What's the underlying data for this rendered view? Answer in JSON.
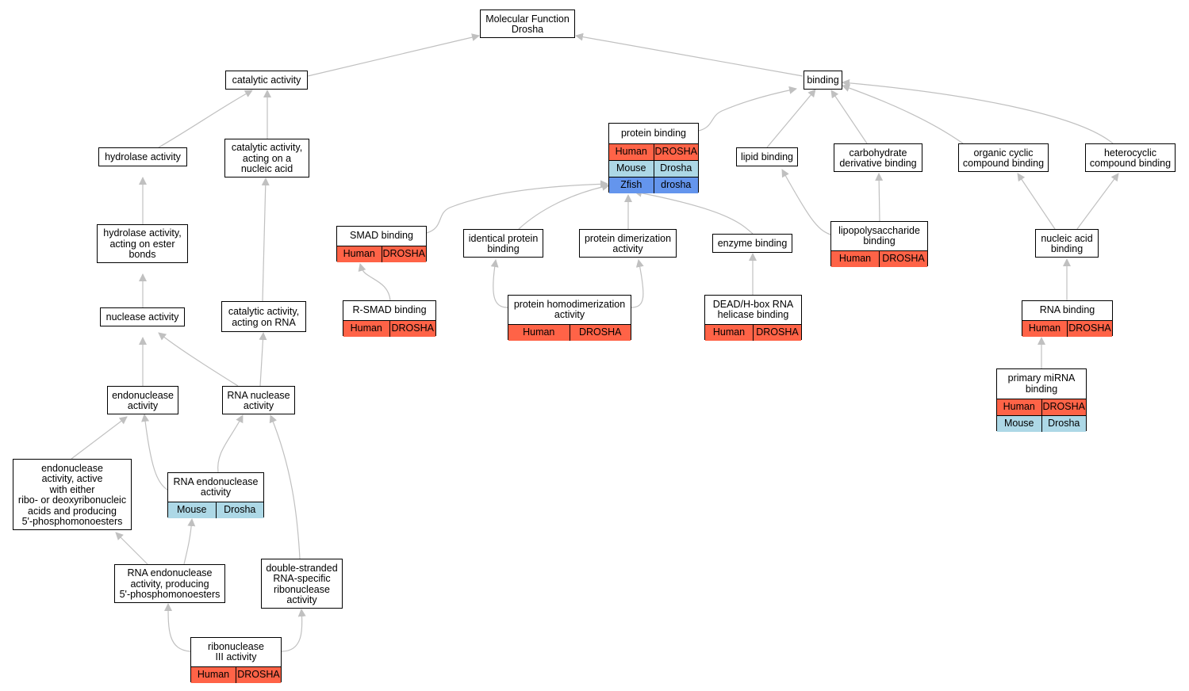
{
  "colors": {
    "human": "#ff6347",
    "mouse": "#add8e6",
    "zfish": "#6495ed",
    "edge": "#c0c0c0"
  },
  "nodes": {
    "root": {
      "label": "Molecular Function\nDrosha",
      "ann": []
    },
    "catalytic": {
      "label": "catalytic activity",
      "ann": []
    },
    "binding": {
      "label": "binding",
      "ann": []
    },
    "hydrolase": {
      "label": "hydrolase activity",
      "ann": []
    },
    "cat_nucleic": {
      "label": "catalytic activity,\nacting on a\nnucleic acid",
      "ann": []
    },
    "hydro_ester": {
      "label": "hydrolase activity,\nacting on ester\nbonds",
      "ann": []
    },
    "nuclease": {
      "label": "nuclease activity",
      "ann": []
    },
    "cat_rna": {
      "label": "catalytic activity,\nacting on RNA",
      "ann": []
    },
    "endonuclease": {
      "label": "endonuclease\nactivity",
      "ann": []
    },
    "rna_nuclease": {
      "label": "RNA nuclease\nactivity",
      "ann": []
    },
    "endo_either": {
      "label": "endonuclease\nactivity, active\nwith either\nribo- or deoxyribonucleic\nacids and producing\n5'-phosphomonoesters",
      "ann": []
    },
    "rna_endo": {
      "label": "RNA endonuclease\nactivity",
      "ann": [
        [
          "Mouse",
          "Drosha"
        ]
      ]
    },
    "rna_endo_5p": {
      "label": "RNA endonuclease\nactivity, producing\n5'-phosphomonoesters",
      "ann": []
    },
    "ds_rna": {
      "label": "double-stranded\nRNA-specific\nribonuclease\nactivity",
      "ann": []
    },
    "rnase3": {
      "label": "ribonuclease\nIII activity",
      "ann": [
        [
          "Human",
          "DROSHA"
        ]
      ]
    },
    "protein_binding": {
      "label": "protein binding",
      "ann": [
        [
          "Human",
          "DROSHA"
        ],
        [
          "Mouse",
          "Drosha"
        ],
        [
          "Zfish",
          "drosha"
        ]
      ]
    },
    "lipid": {
      "label": "lipid binding",
      "ann": []
    },
    "carbo": {
      "label": "carbohydrate\nderivative binding",
      "ann": []
    },
    "org_cyclic": {
      "label": "organic cyclic\ncompound binding",
      "ann": []
    },
    "hetero": {
      "label": "heterocyclic\ncompound binding",
      "ann": []
    },
    "smad": {
      "label": "SMAD binding",
      "ann": [
        [
          "Human",
          "DROSHA"
        ]
      ]
    },
    "identical": {
      "label": "identical protein\nbinding",
      "ann": []
    },
    "dimer": {
      "label": "protein dimerization\nactivity",
      "ann": []
    },
    "enzyme": {
      "label": "enzyme binding",
      "ann": []
    },
    "lps": {
      "label": "lipopolysaccharide\nbinding",
      "ann": [
        [
          "Human",
          "DROSHA"
        ]
      ]
    },
    "nucleic": {
      "label": "nucleic acid\nbinding",
      "ann": []
    },
    "rsmad": {
      "label": "R-SMAD binding",
      "ann": [
        [
          "Human",
          "DROSHA"
        ]
      ]
    },
    "homodimer": {
      "label": "protein homodimerization\nactivity",
      "ann": [
        [
          "Human",
          "DROSHA"
        ]
      ]
    },
    "deadbox": {
      "label": "DEAD/H-box RNA\nhelicase binding",
      "ann": [
        [
          "Human",
          "DROSHA"
        ]
      ]
    },
    "rna_binding": {
      "label": "RNA binding",
      "ann": [
        [
          "Human",
          "DROSHA"
        ]
      ]
    },
    "pri_mirna": {
      "label": "primary miRNA\nbinding",
      "ann": [
        [
          "Human",
          "DROSHA"
        ],
        [
          "Mouse",
          "Drosha"
        ]
      ]
    }
  }
}
